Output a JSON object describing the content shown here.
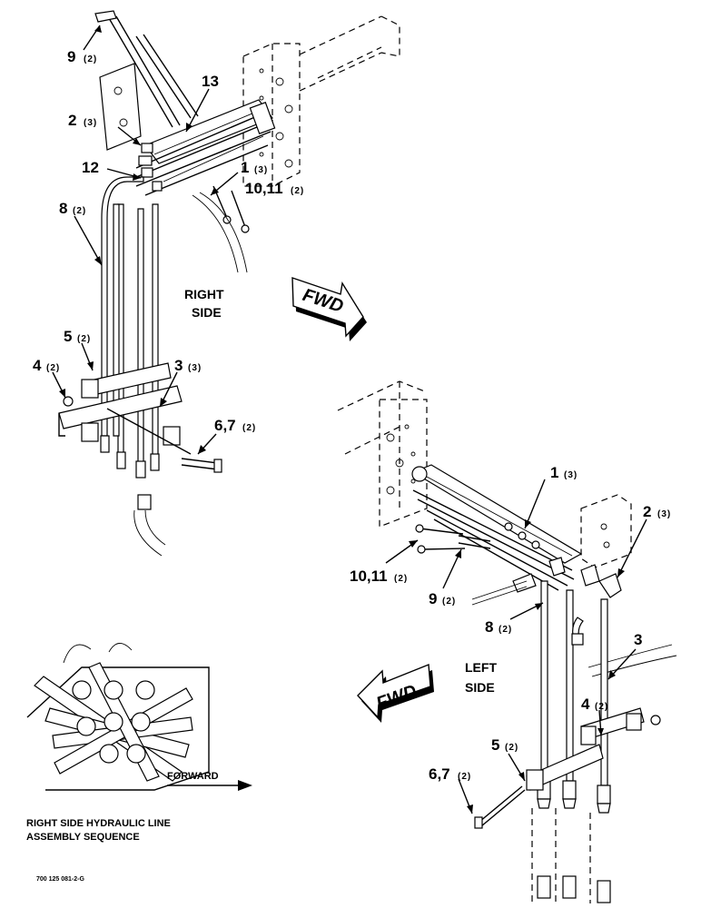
{
  "colors": {
    "ink": "#000000",
    "paper": "#ffffff"
  },
  "right_view": {
    "side_label_1": "RIGHT",
    "side_label_2": "SIDE",
    "fwd": "FWD",
    "callouts": [
      {
        "id": "9",
        "qty": "(2)"
      },
      {
        "id": "13",
        "qty": ""
      },
      {
        "id": "2",
        "qty": "(3)"
      },
      {
        "id": "12",
        "qty": ""
      },
      {
        "id": "1",
        "qty": "(3)"
      },
      {
        "id": "10,11",
        "qty": "(2)"
      },
      {
        "id": "8",
        "qty": "(2)"
      },
      {
        "id": "5",
        "qty": "(2)"
      },
      {
        "id": "4",
        "qty": "(2)"
      },
      {
        "id": "3",
        "qty": "(3)"
      },
      {
        "id": "6,7",
        "qty": "(2)"
      }
    ]
  },
  "left_view": {
    "side_label_1": "LEFT",
    "side_label_2": "SIDE",
    "fwd": "FWD",
    "callouts": [
      {
        "id": "1",
        "qty": "(3)"
      },
      {
        "id": "2",
        "qty": "(3)"
      },
      {
        "id": "10,11",
        "qty": "(2)"
      },
      {
        "id": "9",
        "qty": "(2)"
      },
      {
        "id": "8",
        "qty": "(2)"
      },
      {
        "id": "3",
        "qty": ""
      },
      {
        "id": "4",
        "qty": "(2)"
      },
      {
        "id": "5",
        "qty": "(2)"
      },
      {
        "id": "6,7",
        "qty": "(2)"
      }
    ]
  },
  "sequence_inset": {
    "forward_label": "FORWARD",
    "caption_line_1": "RIGHT SIDE HYDRAULIC LINE",
    "caption_line_2": "ASSEMBLY SEQUENCE"
  },
  "drawing_number": "700 125 081-2-G"
}
